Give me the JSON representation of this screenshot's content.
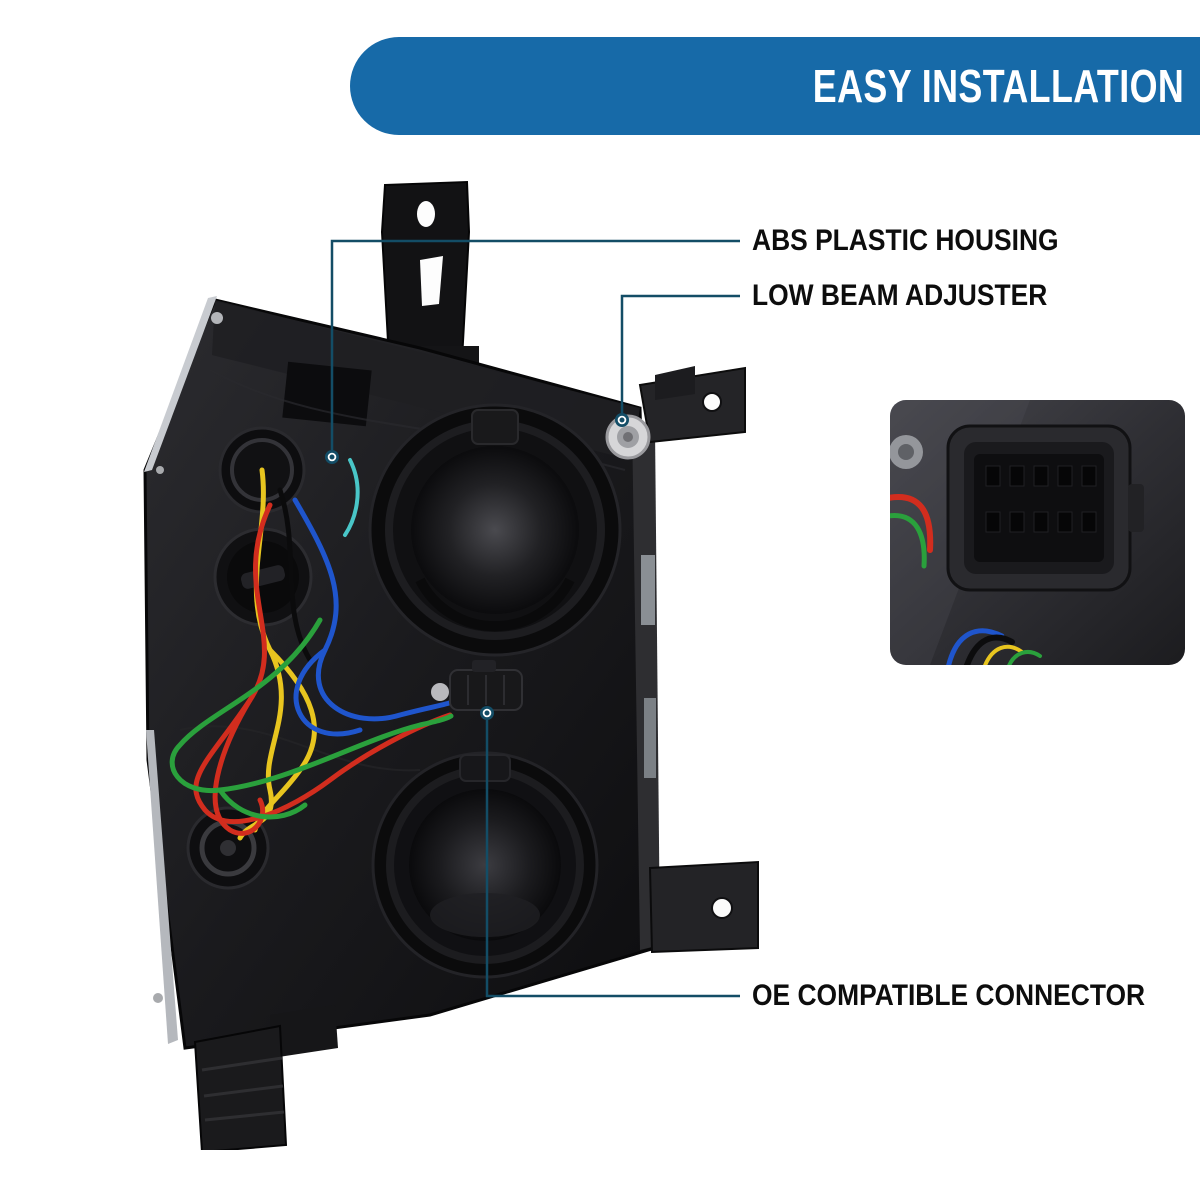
{
  "banner": {
    "title": "EASY INSTALLATION"
  },
  "callouts": {
    "abs_housing": {
      "label": "ABS PLASTIC HOUSING"
    },
    "low_beam": {
      "label": "LOW BEAM ADJUSTER"
    },
    "oe_connector": {
      "label": "OE COMPATIBLE CONNECTOR"
    }
  },
  "colors": {
    "banner_bg": "#176aa8",
    "callout_line": "#134d66",
    "label_text": "#0d0d0d",
    "wire_red": "#d22d1e",
    "wire_yellow": "#e8c51f",
    "wire_blue": "#1f55cc",
    "wire_green": "#2aa03c",
    "wire_cyan": "#49c6c8"
  }
}
